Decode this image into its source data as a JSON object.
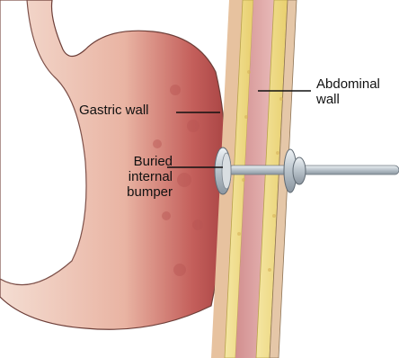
{
  "labels": {
    "gastric_wall": "Gastric wall",
    "abdominal_wall": "Abdominal\nwall",
    "buried_internal_bumper": "Buried\ninternal\nbumper"
  },
  "colors": {
    "stomach_wall": "#e9b2a0",
    "stomach_mucosa": "#c65a55",
    "fat_yellow": "#f0dc86",
    "muscle_pink": "#d89a98",
    "skin_tan": "#e4c2a3",
    "device_metal": "#c8d0d6",
    "background": "#ffffff"
  }
}
